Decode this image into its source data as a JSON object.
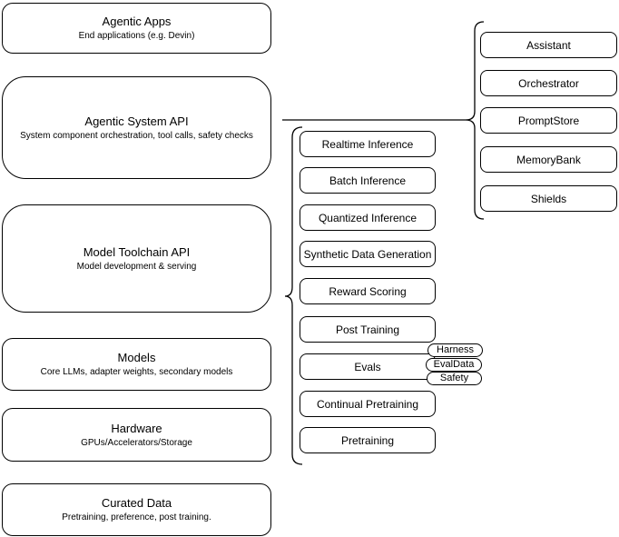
{
  "diagram": {
    "colors": {
      "stroke": "#000000",
      "fill": "#ffffff",
      "text": "#000000"
    },
    "stack": [
      {
        "title": "Agentic Apps",
        "subtitle": "End applications (e.g. Devin)"
      },
      {
        "title": "Agentic System API",
        "subtitle": "System component orchestration, tool calls, safety checks"
      },
      {
        "title": "Model Toolchain API",
        "subtitle": "Model development & serving"
      },
      {
        "title": "Models",
        "subtitle": "Core LLMs, adapter weights, secondary models"
      },
      {
        "title": "Hardware",
        "subtitle": "GPUs/Accelerators/Storage"
      },
      {
        "title": "Curated Data",
        "subtitle": "Pretraining, preference, post training."
      }
    ],
    "toolchain_components": [
      "Realtime Inference",
      "Batch Inference",
      "Quantized Inference",
      "Synthetic Data Generation",
      "Reward Scoring",
      "Post Training",
      "Evals",
      "Continual Pretraining",
      "Pretraining"
    ],
    "evals_tags": [
      "Harness",
      "EvalData",
      "Safety"
    ],
    "system_components": [
      "Assistant",
      "Orchestrator",
      "PromptStore",
      "MemoryBank",
      "Shields"
    ]
  }
}
